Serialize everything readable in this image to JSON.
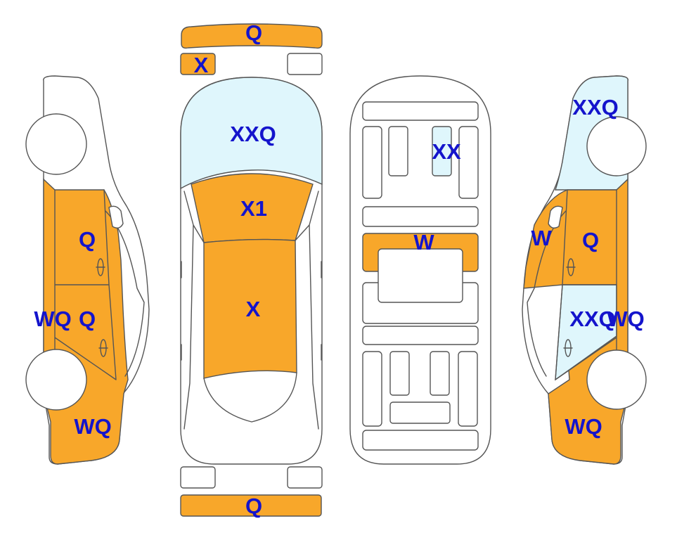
{
  "colors": {
    "damaged": "#F8A72A",
    "glass": "#DFF6FC",
    "label": "#1414CC",
    "outline": "#555555",
    "panel": "#ffffff"
  },
  "labels": {
    "front_bumper": "Q",
    "front_left_fog": "X",
    "hood": "XXQ",
    "windshield": "X1",
    "roof": "X",
    "rear_bumper": "Q",
    "interior_panel": "XX",
    "interior_console": "W",
    "left_front_door": "Q",
    "left_fender": "WQ",
    "left_rear_door": "Q",
    "left_quarter": "WQ",
    "right_front_fender": "XXQ",
    "right_mirror": "W",
    "right_front_door": "Q",
    "right_rear_door": "XXQ",
    "right_rear_edge": "WQ",
    "right_quarter": "WQ"
  }
}
